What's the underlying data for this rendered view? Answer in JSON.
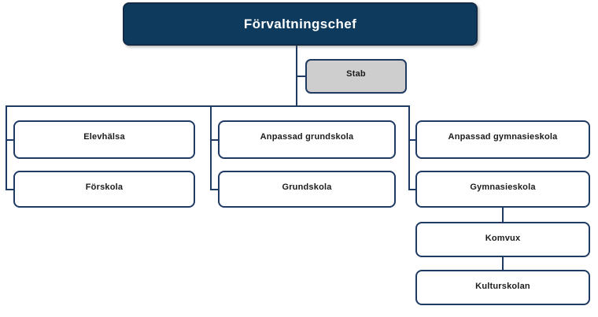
{
  "org": {
    "root": "Förvaltningschef",
    "staff": "Stab",
    "columns": [
      {
        "items": [
          "Elevhälsa",
          "Förskola"
        ]
      },
      {
        "items": [
          "Anpassad grundskola",
          "Grundskola"
        ]
      },
      {
        "items": [
          "Anpassad gymnasieskola",
          "Gymnasieskola",
          "Komvux",
          "Kulturskolan"
        ]
      }
    ]
  },
  "colors": {
    "navy": "#0e3a5e",
    "border": "#1f3a63",
    "gray": "#cecece"
  }
}
